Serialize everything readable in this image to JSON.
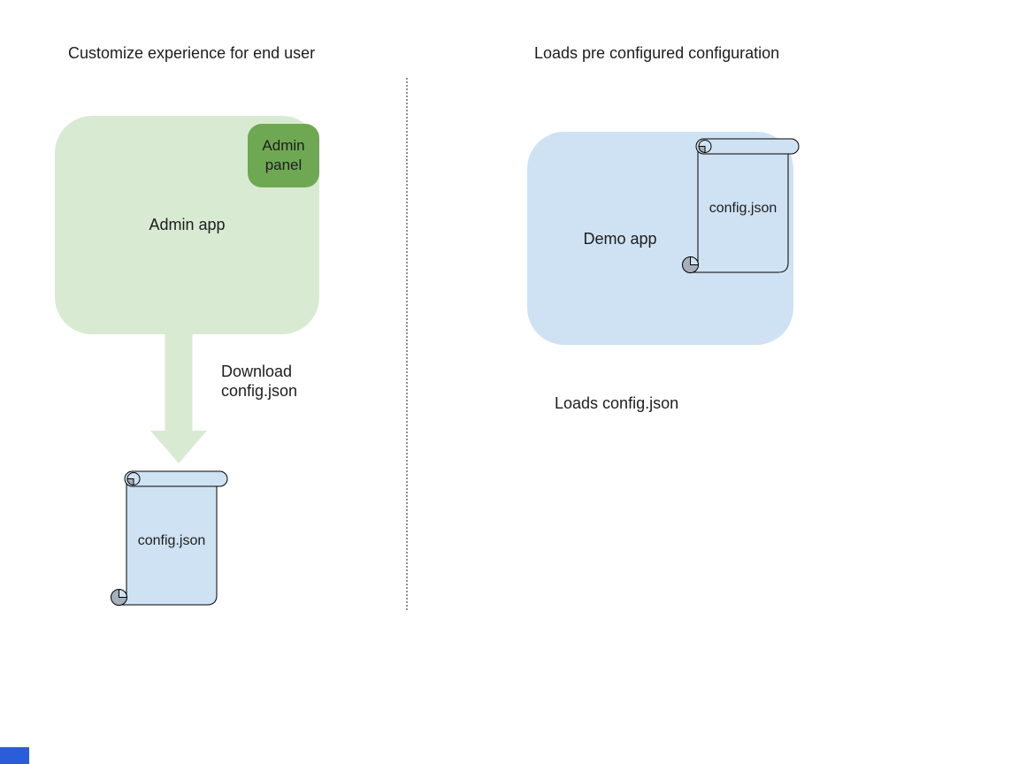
{
  "left": {
    "title": "Customize experience for end user",
    "admin_app_label": "Admin app",
    "admin_panel_label": "Admin panel",
    "arrow_caption": "Download\nconfig.json",
    "config_file_label": "config.json"
  },
  "right": {
    "title": "Loads pre configured configuration",
    "demo_app_label": "Demo app",
    "config_file_label": "config.json",
    "caption": "Loads config.json"
  },
  "colors": {
    "admin_app_green": "#d9ead3",
    "admin_panel_green": "#6fa853",
    "demo_app_blue": "#cfe2f3",
    "scroll_fill_blue": "#cfe2f3",
    "scroll_curl_gray": "#a6b0bc",
    "shape_outline": "#000000",
    "divider_gray": "#8f8f8f",
    "corner_rect_blue": "#2b5dd8",
    "text": "#1d1d1d"
  }
}
